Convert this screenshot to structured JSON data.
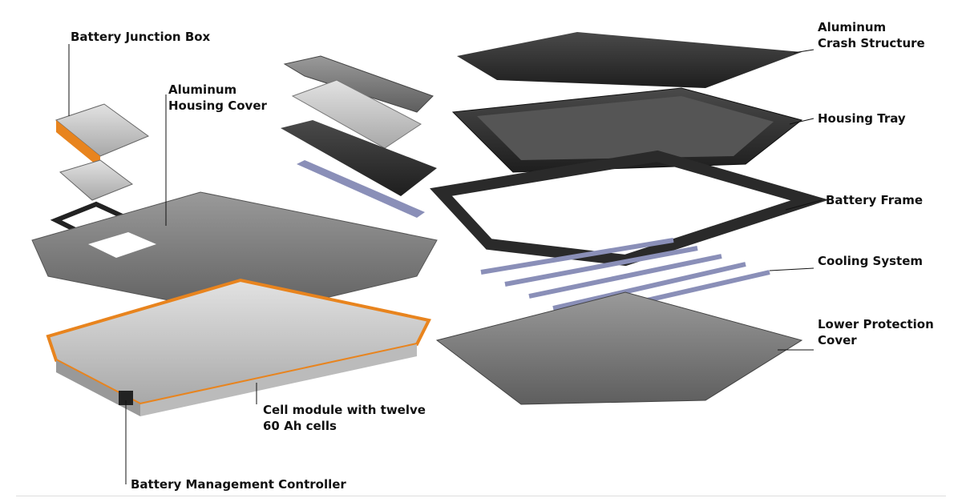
{
  "labels": {
    "junction_box": "Battery Junction Box",
    "housing_cover_1": "Aluminum",
    "housing_cover_2": "Housing Cover",
    "cell_module_1": "Cell module with twelve",
    "cell_module_2": "60 Ah cells",
    "bmc": "Battery Management Controller",
    "crash_1": "Aluminum",
    "crash_2": "Crash Structure",
    "housing_tray": "Housing Tray",
    "battery_frame": "Battery Frame",
    "cooling": "Cooling System",
    "lower_1": "Lower Protection",
    "lower_2": "Cover"
  },
  "colors": {
    "accent": "#e8841e",
    "metal": "#7a7a7a",
    "dark": "#2e2e2e",
    "cooling": "#8a8fb8"
  }
}
